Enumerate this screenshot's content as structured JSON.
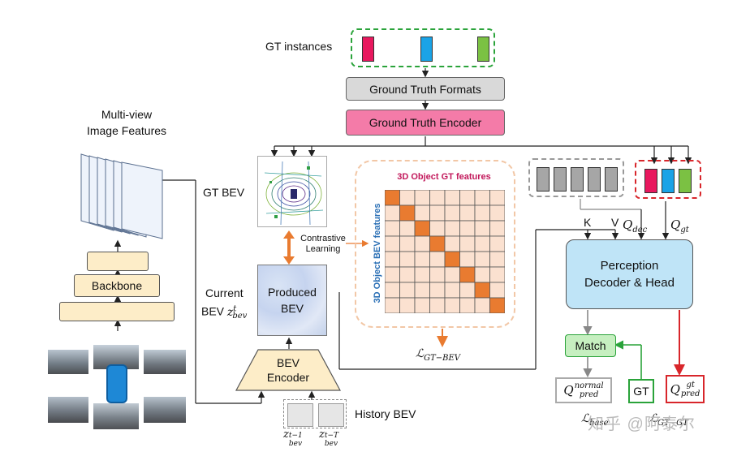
{
  "gt_instances_label": "GT instances",
  "gt_formats_label": "Ground Truth Formats",
  "gt_encoder_label": "Ground Truth Encoder",
  "multiview_label_line1": "Multi-view",
  "multiview_label_line2": "Image Features",
  "backbone_label": "Backbone",
  "gt_bev_label": "GT BEV",
  "contrastive_line1": "Contrastive",
  "contrastive_line2": "Learning",
  "current_bev_line1": "Current",
  "current_bev_line2": "BEV",
  "produced_bev_line1": "Produced",
  "produced_bev_line2": "BEV",
  "bev_encoder_line1": "BEV",
  "bev_encoder_line2": "Encoder",
  "history_bev_label": "History BEV",
  "obj_gt_features_title": "3D Object GT features",
  "obj_bev_features_title": "3D Object BEV features",
  "loss_gt_bev": "GT−BEV",
  "k_label": "K",
  "v_label": "V",
  "q_dec": "dec",
  "q_gt": "gt",
  "perception_line1": "Perception",
  "perception_line2": "Decoder & Head",
  "match_label": "Match",
  "q_normal_pred_sup": "normal",
  "q_normal_pred_sub": "pred",
  "gt_box_label": "GT",
  "q_gt_pred_sup": "gt",
  "q_gt_pred_sub": "pred",
  "loss_base": "base",
  "loss_gt_gt": "GT−GT",
  "watermark": "知乎 @阿泰尔",
  "colors": {
    "pink": "#e8185e",
    "blue": "#1aa3e6",
    "green": "#7bc143",
    "gt_encoder_fill": "#f47ba8",
    "perception_fill": "#bfe4f7",
    "match_fill": "#c6efc0",
    "backbone_fill": "#fdedc8",
    "orange": "#e97b30",
    "grid_fill": "#fbe1d0"
  }
}
